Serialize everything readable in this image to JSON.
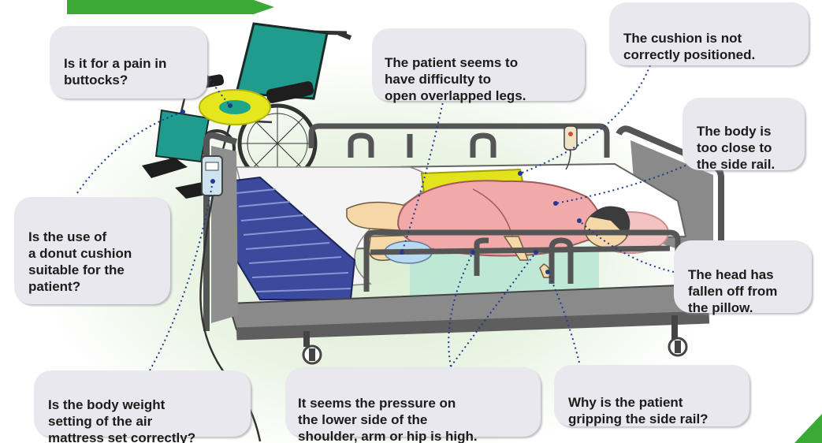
{
  "colors": {
    "bubble_fill": "#e8e8ee",
    "leader_line": "#1f3a8f",
    "tab_green": "#3aa935",
    "mattress_blue": "#3b4a9c",
    "gown_pink": "#f2a9a9",
    "cushion_yellow": "#e4e41e",
    "wheelchair_teal": "#1f9c8e"
  },
  "icons": {
    "patient": "patient-lying-on-side-illustration",
    "bed": "hospital-bed-illustration",
    "wheelchair": "wheelchair-illustration",
    "mattress": "air-mattress-illustration",
    "cushion": "donut-cushion-illustration",
    "pump": "air-mattress-controller-icon",
    "pendant": "nurse-call-pendant-icon"
  },
  "callouts": {
    "pain_buttocks": "Is it for a pain in\nbuttocks?",
    "overlapped_legs": "The patient seems to\nhave difficulty  to\nopen overlapped legs.",
    "cushion_position": "The cushion is not\ncorrectly positioned.",
    "close_to_rail": "The body is\ntoo close to\nthe side rail.",
    "donut_cushion": "Is the use of\na donut cushion\nsuitable for the\npatient?",
    "head_fallen": "The head has\nfallen off from\nthe pillow.",
    "body_weight": "Is the body weight\nsetting of the air\nmattress set correctly?",
    "pressure": "It seems  the pressure on\nthe lower side of the\nshoulder, arm or hip is high.",
    "gripping_rail": "Why is the patient\ngripping the side rail?"
  }
}
